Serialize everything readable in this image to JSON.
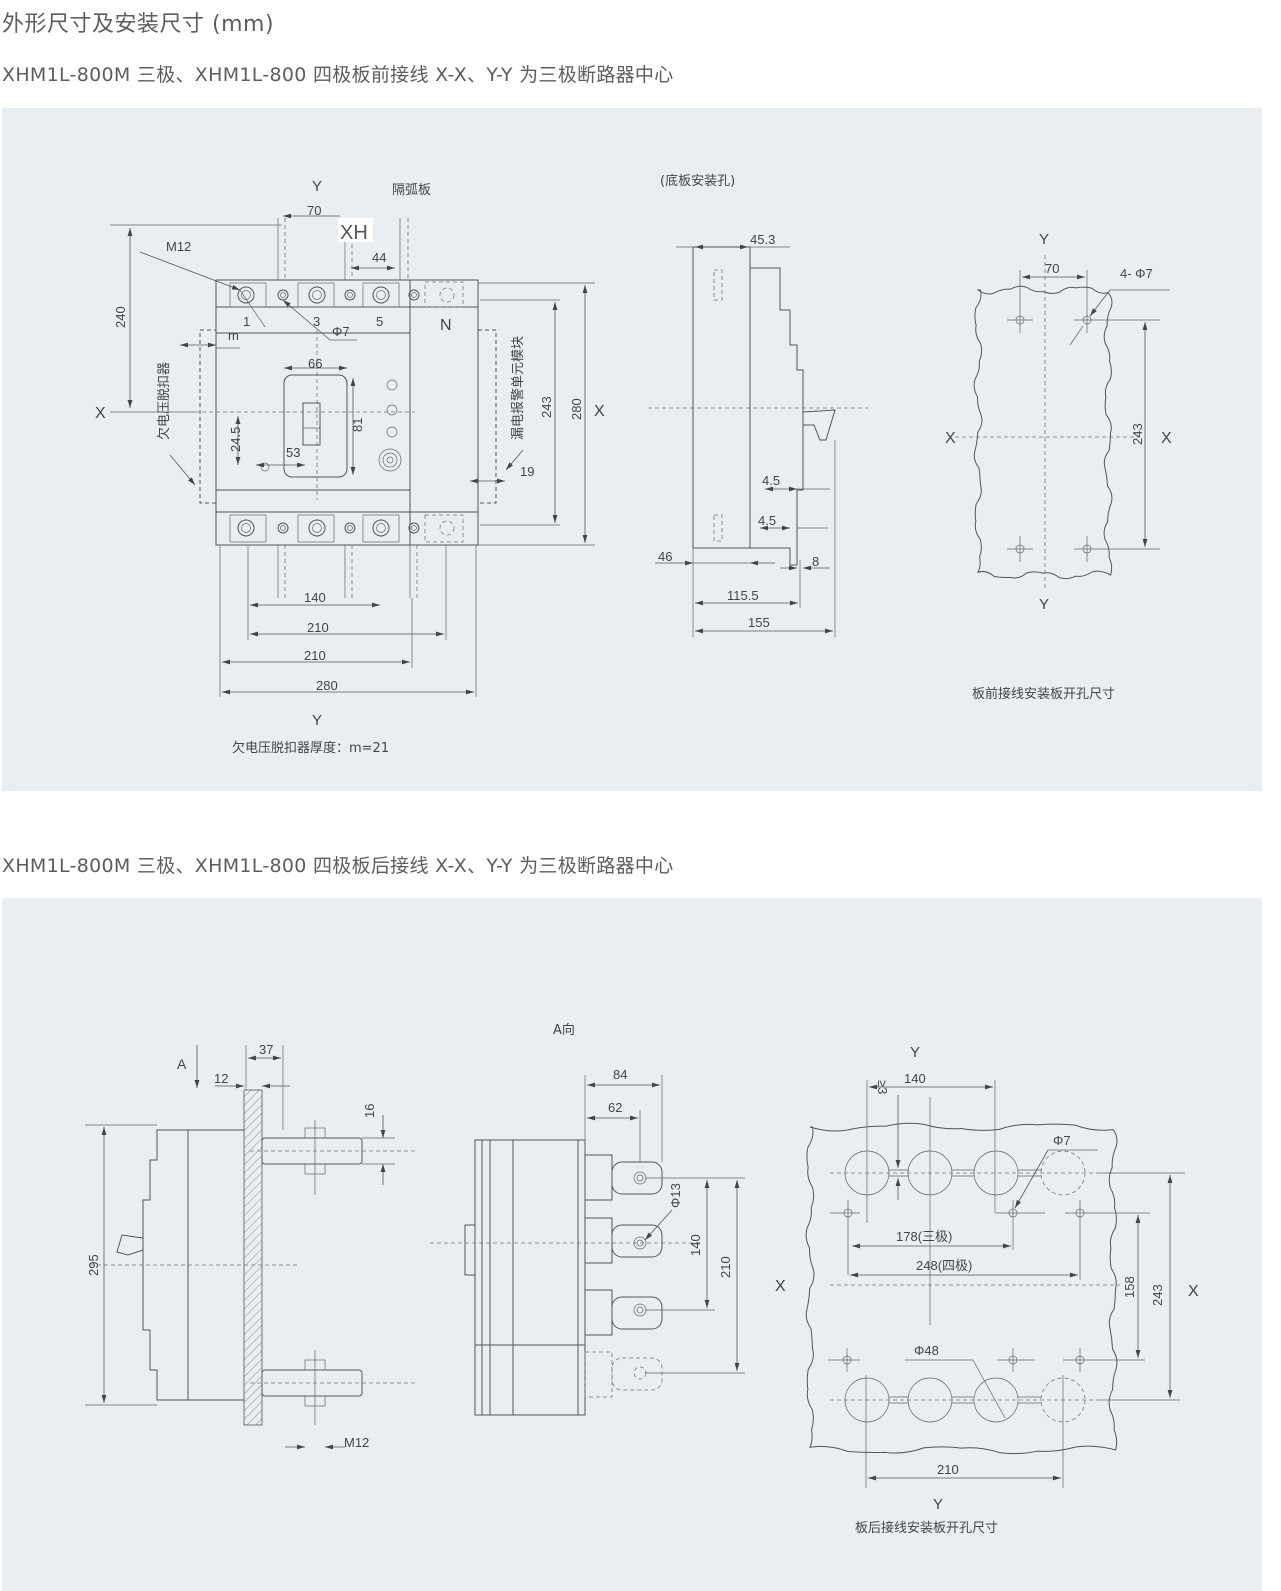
{
  "page": {
    "title": "外形尺寸及安装尺寸 (mm)",
    "section1_title": "XHM1L-800M 三极、XHM1L-800 四极板前接线 X-X、Y-Y 为三极断路器中心",
    "section2_title": "XHM1L-800M 三极、XHM1L-800 四极板后接线 X-X、Y-Y 为三极断路器中心"
  },
  "front": {
    "axis_y": "Y",
    "axis_x": "X",
    "arc_barrier": "隔弧板",
    "brand": "XH",
    "d70": "70",
    "m12": "M12",
    "d44": "44",
    "pole1": "1",
    "pole3": "3",
    "pole5": "5",
    "poleN": "N",
    "phi7": "Φ7",
    "m": "m",
    "d66": "66",
    "d81": "81",
    "d24_5": "24.5",
    "d53": "53",
    "d19": "19",
    "d240": "240",
    "d243": "243",
    "d280": "280",
    "uvt": "欠电压脱扣器",
    "leak_module": "漏电报警单元模块",
    "b140": "140",
    "b210a": "210",
    "b210b": "210",
    "b280": "280",
    "note": "欠电压脱扣器厚度：m=21"
  },
  "side": {
    "caption": "(底板安装孔)",
    "d45_3": "45.3",
    "d4_5a": "4.5",
    "d4_5b": "4.5",
    "d46": "46",
    "d8": "8",
    "d115_5": "115.5",
    "d155": "155"
  },
  "front_holes": {
    "axis_y": "Y",
    "axis_x": "X",
    "d70": "70",
    "holes": "4- Φ7",
    "d243": "243",
    "caption": "板前接线安装板开孔尺寸"
  },
  "rear_side": {
    "view_a": "A",
    "d37": "37",
    "d12": "12",
    "d16": "16",
    "d295": "295",
    "m12": "M12"
  },
  "rear_a": {
    "caption": "A向",
    "d84": "84",
    "d62": "62",
    "phi13": "Φ13",
    "d140": "140",
    "d210": "210"
  },
  "rear_holes": {
    "axis_y": "Y",
    "axis_x": "X",
    "d140": "140",
    "ge3": "≥3",
    "phi7": "Φ7",
    "d178": "178(三极)",
    "d248": "248(四极)",
    "d158": "158",
    "d243": "243",
    "phi48": "Φ48",
    "d210": "210",
    "caption": "板后接线安装板开孔尺寸"
  }
}
